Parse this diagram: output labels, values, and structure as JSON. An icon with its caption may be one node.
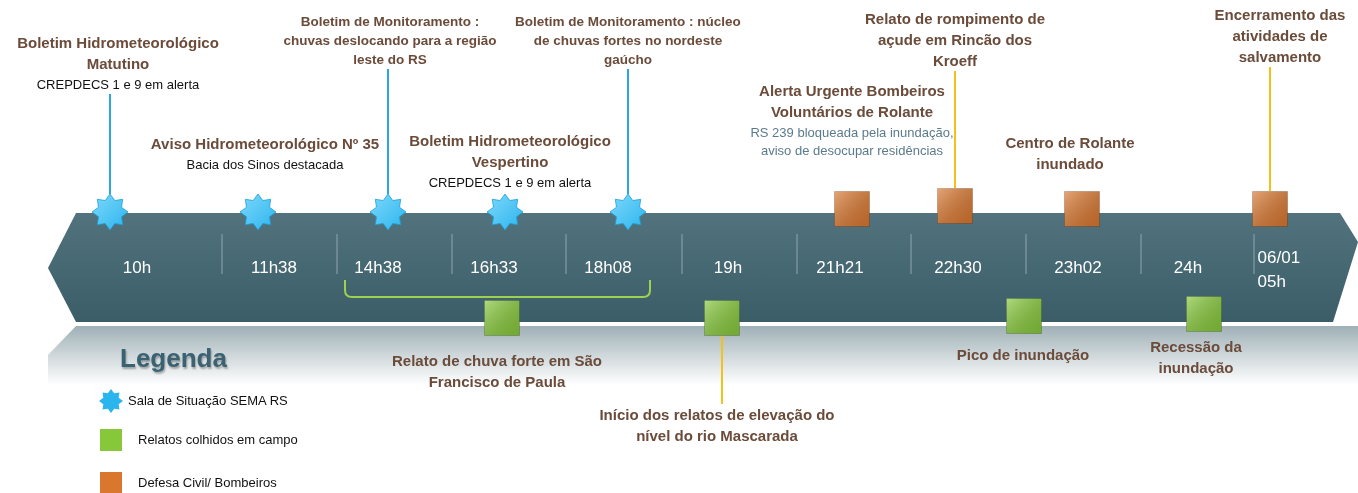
{
  "diagram": {
    "nodes": [
      {
        "text": [
          "10h",
          "11h38",
          "14h38",
          "16h33",
          "18h08",
          "19h",
          "21h21",
          "22h30",
          "23h02",
          "24h",
          "06/01 05h"
        ]
      },
      {
        "text": [
          "Boletim Hidrometeorológico Matutino",
          "CREPDECS 1 e 9 em alerta"
        ]
      },
      {
        "text": [
          "Boletim de Monitoramento : chuvas deslocando para a região leste do RS"
        ]
      },
      {
        "text": [
          "Boletim de Monitoramento : núcleo de chuvas fortes no nordeste gaúcho"
        ]
      },
      {
        "text": [
          "Relato de rompimento de açude em Rincão dos Kroeff"
        ]
      },
      {
        "text": [
          "Encerramento das atividades de salvamento"
        ]
      },
      {
        "text": [
          "Início dos relatos de elevação do nível do rio Mascarada"
        ]
      },
      {
        "text": [],
        "shape": "star"
      },
      {
        "text": [],
        "shape": "star",
        "beside": [
          "Aviso Hidrometeorológico Nº 35",
          "Bacia dos Sinos destacada"
        ]
      },
      {
        "text": [],
        "shape": "star"
      },
      {
        "text": [],
        "shape": "star",
        "beside": [
          "Boletim Hidrometeorológico Vespertino",
          "CREPDECS 1 e 9 em alerta"
        ]
      },
      {
        "text": [],
        "shape": "star"
      },
      {
        "text": [],
        "shape": "box",
        "beside": [
          "Alerta Urgente Bombeiros Voluntários de Rolante",
          "RS 239 bloqueada pela inundação, aviso de desocupar residências"
        ]
      },
      {
        "text": [],
        "shape": "box"
      },
      {
        "text": [],
        "shape": "box",
        "beside": [
          "Centro de Rolante inundado"
        ]
      },
      {
        "text": [],
        "shape": "box"
      },
      {
        "text": [],
        "shape": "box",
        "beside": [
          "Relato de chuva forte em São Francisco de Paula"
        ]
      },
      {
        "text": [],
        "shape": "box"
      },
      {
        "text": [],
        "shape": "box",
        "beside": [
          "Pico de inundação"
        ]
      },
      {
        "text": [],
        "shape": "box",
        "beside": [
          "Recessão da inundação"
        ]
      }
    ],
    "edges": [
      {
        "from": 1,
        "to": 7,
        "arrow": "none"
      },
      {
        "from": 2,
        "to": 9,
        "arrow": "none"
      },
      {
        "from": 3,
        "to": 11,
        "arrow": "none"
      },
      {
        "from": 4,
        "to": 13,
        "arrow": "none",
        "color": "#f2c21b"
      },
      {
        "from": 5,
        "to": 15,
        "arrow": "none",
        "color": "#f2c21b"
      },
      {
        "from": 6,
        "to": 17,
        "arrow": "none",
        "color": "#f2c21b"
      }
    ],
    "labels": [
      "Legenda"
    ],
    "legend": [
      {
        "text": "Sala de Situação SEMA RS",
        "color": "#2bb5ee"
      },
      {
        "text": "Relatos colhidos em campo",
        "color": "#86c83a"
      },
      {
        "text": "Defesa Civil/ Bombeiros",
        "color": "#d9772f"
      }
    ]
  }
}
